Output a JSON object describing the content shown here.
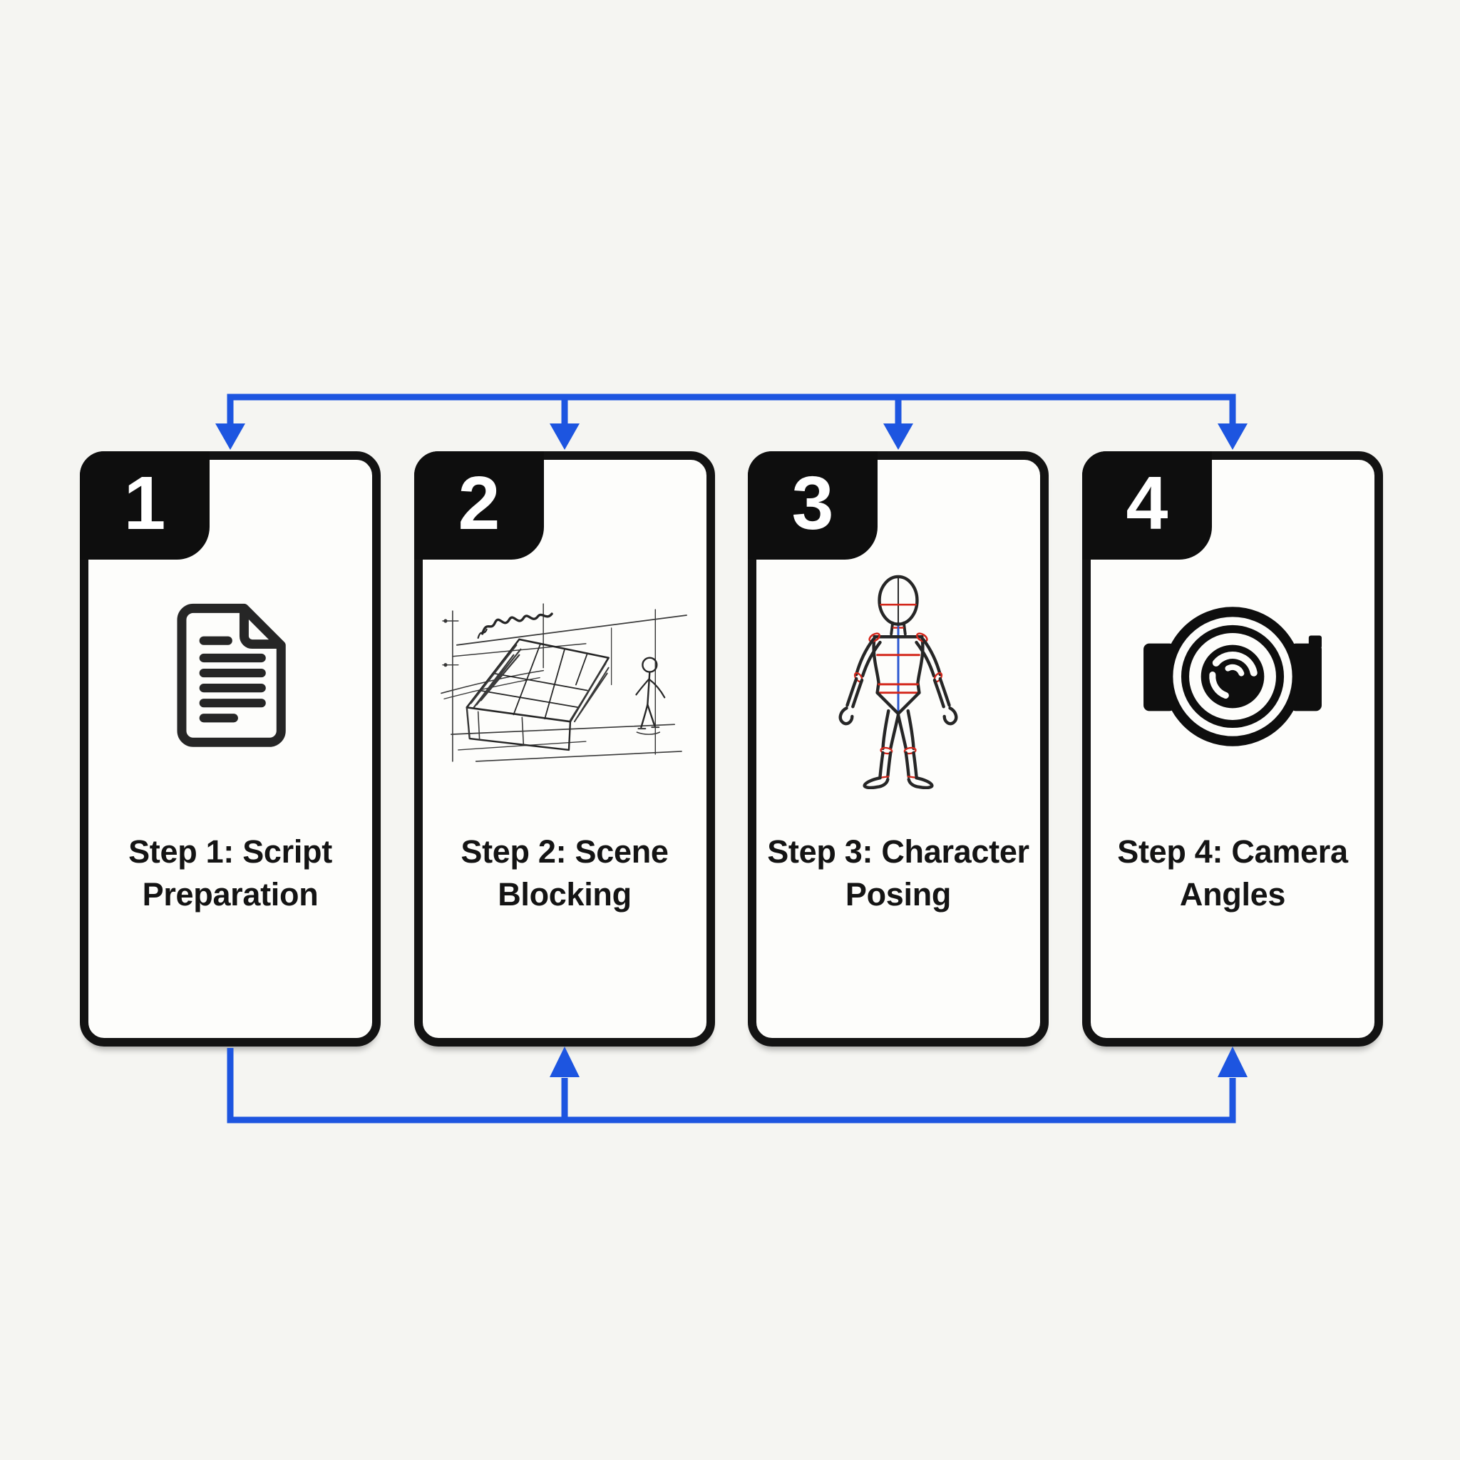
{
  "colors": {
    "page_bg": "#f5f5f2",
    "card_bg": "#fdfdfb",
    "card_border": "#131313",
    "tab_bg": "#0e0e0e",
    "tab_text": "#ffffff",
    "title_text": "#141414",
    "accent_blue": "#1d55e0",
    "sketch_ink": "#262626",
    "sketch_red": "#d3261a",
    "sketch_blue": "#2b57d0"
  },
  "cards": [
    {
      "number": "1",
      "title": "Step 1: Script Preparation",
      "title_lines": [
        "Step 1: Script",
        "Preparation"
      ],
      "icon": "document-icon"
    },
    {
      "number": "2",
      "title": "Step 2: Scene Blocking",
      "title_lines": [
        "Step 2: Scene",
        "Blocking"
      ],
      "icon": "scene-sketch-icon"
    },
    {
      "number": "3",
      "title": "Step 3: Character Posing",
      "title_lines": [
        "Step 3: Character",
        "Posing"
      ],
      "icon": "pose-mannequin-icon"
    },
    {
      "number": "4",
      "title": "Step 4: Camera Angles",
      "title_lines": [
        "Step 4: Camera",
        "Angles"
      ],
      "icon": "camera-lens-icon"
    }
  ],
  "connectors": {
    "top": {
      "style": "horizontal line with downward arrows",
      "arrow_count": 4,
      "targets": [
        "card-1",
        "card-2",
        "card-3",
        "card-4"
      ]
    },
    "bottom": {
      "style": "return line from card-1 with upward arrows",
      "arrow_count": 2,
      "source": "card-1",
      "targets": [
        "card-2",
        "card-4"
      ]
    }
  }
}
